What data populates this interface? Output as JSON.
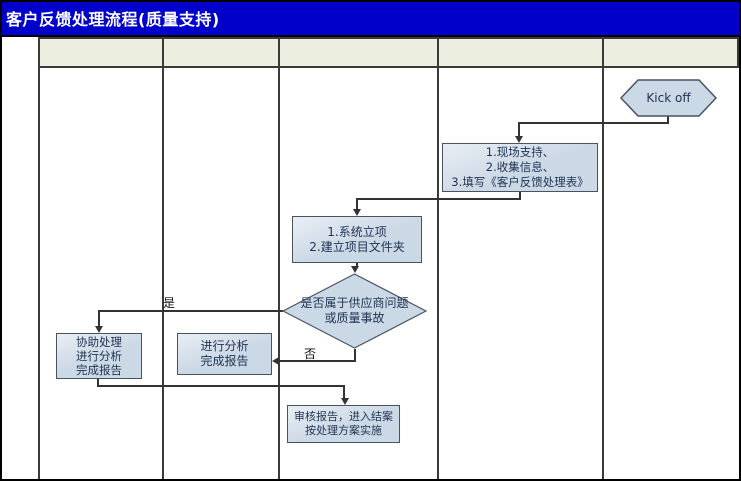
{
  "window": {
    "title": "客户反馈处理流程(质量支持)"
  },
  "colors": {
    "title-bg": "#0000CA",
    "title-text": "#FFFFFF",
    "header-bg": "#ECEEDF",
    "grid": "#3A3A3A",
    "shape-fill": "#CBD8E5",
    "shape-fill-light": "#E9EEF4",
    "shape-border": "#49525E",
    "shape-text": "#1F3352",
    "connector": "#333333",
    "label-text": "#111111"
  },
  "header_row": {
    "cells": [
      "",
      "",
      "",
      "",
      ""
    ]
  },
  "flow": {
    "start": {
      "label": "Kick off"
    },
    "collect": {
      "lines": [
        "1.现场支持、",
        "2.收集信息、",
        "3.填写《客户反馈处理表》"
      ]
    },
    "project": {
      "lines": [
        "1.系统立项",
        "2.建立项目文件夹"
      ]
    },
    "decision": {
      "lines": [
        "是否属于供应商问题",
        "或质量事故"
      ],
      "yes_label": "是",
      "no_label": "否"
    },
    "assist": {
      "lines": [
        "协助处理",
        "进行分析",
        "完成报告"
      ]
    },
    "analyze": {
      "lines": [
        "进行分析",
        "完成报告"
      ]
    },
    "review": {
      "lines": [
        "审核报告，进入结案",
        "按处理方案实施"
      ]
    }
  }
}
